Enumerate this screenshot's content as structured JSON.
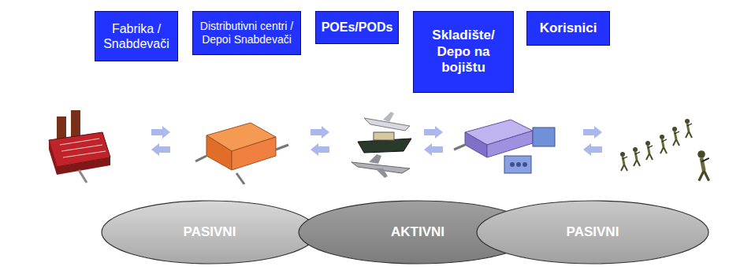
{
  "diagram": {
    "nodes": [
      {
        "text": [
          "Fabrika / Snabdevači"
        ]
      },
      {
        "text": [
          "Distributivni centri / Depoi Snabdevači"
        ]
      },
      {
        "text": [
          "POEs/PODs"
        ]
      },
      {
        "text": [
          "Skladište/ Depo na bojištu"
        ]
      },
      {
        "text": [
          "Korisnici"
        ]
      },
      {
        "text": [
          "PASIVNI"
        ]
      },
      {
        "text": [
          "AKTIVNI"
        ]
      },
      {
        "text": [
          "PASIVNI"
        ]
      }
    ]
  }
}
